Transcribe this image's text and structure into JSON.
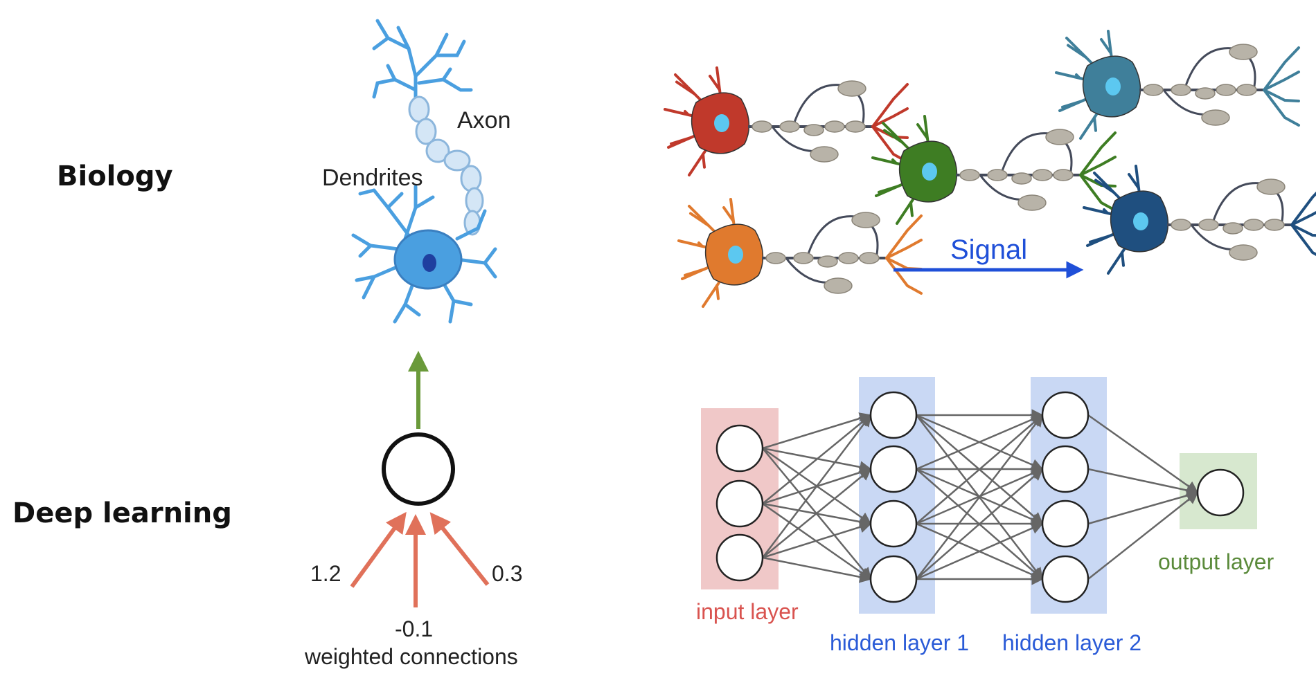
{
  "rows": {
    "biology": "Biology",
    "deep_learning": "Deep learning"
  },
  "neuron_labels": {
    "axon": "Axon",
    "dendrites": "Dendrites"
  },
  "signal": {
    "label": "Signal",
    "color": "#1f4fd8"
  },
  "weights": {
    "left": "1.2",
    "middle": "-0.1",
    "right": "0.3",
    "caption": "weighted connections"
  },
  "network": {
    "layers": [
      {
        "label": "input layer",
        "nodes": 3,
        "fill": "#f0c8c8",
        "text_color": "#d9534f"
      },
      {
        "label": "hidden layer 1",
        "nodes": 4,
        "fill": "#c9d8f4",
        "text_color": "#2a5bd7"
      },
      {
        "label": "hidden layer 2",
        "nodes": 4,
        "fill": "#c9d8f4",
        "text_color": "#2a5bd7"
      },
      {
        "label": "output layer",
        "nodes": 1,
        "fill": "#d7e8cf",
        "text_color": "#5a8a3a"
      }
    ]
  },
  "colors": {
    "neuron_blue": "#4a9fe0",
    "neuron_red": "#c0392b",
    "neuron_green": "#3e7d23",
    "neuron_orange": "#e07a2e",
    "neuron_teal": "#3f7f9a",
    "neuron_navy": "#1f4f7f",
    "weight_arrow": "#e0715a",
    "output_arrow": "#6a9a3a"
  }
}
